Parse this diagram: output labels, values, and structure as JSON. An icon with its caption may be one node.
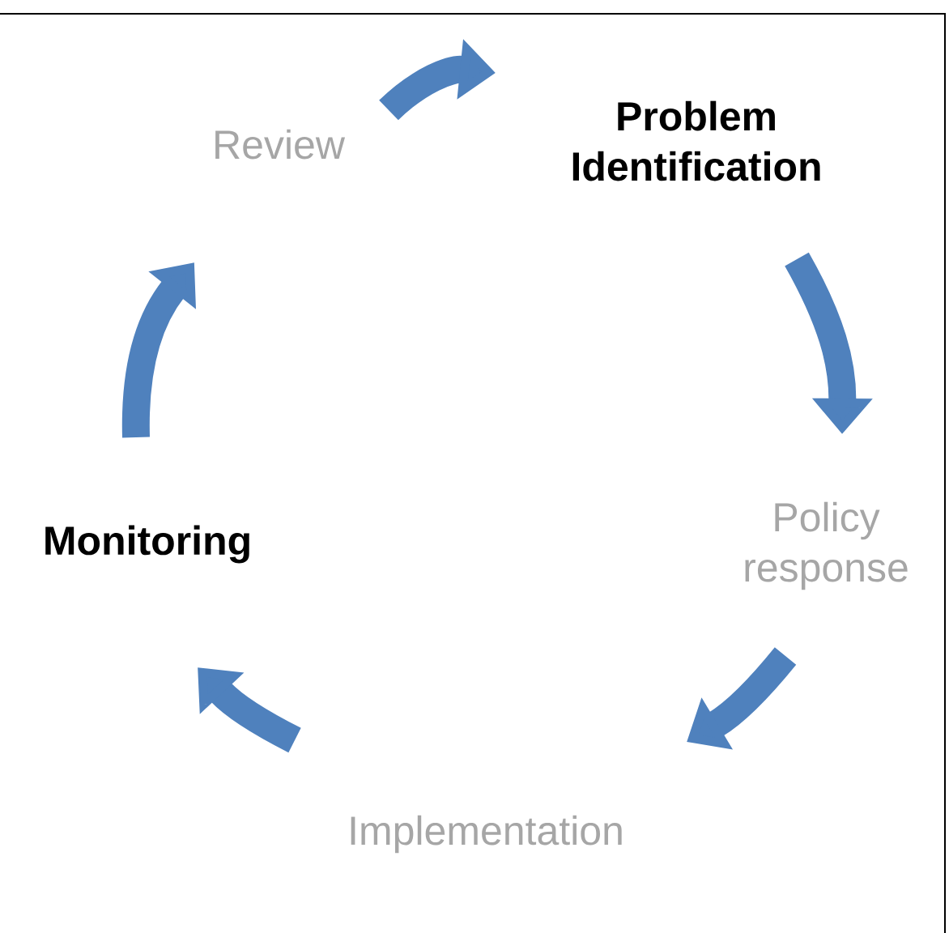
{
  "diagram": {
    "nodes": [
      {
        "text": [
          "Review"
        ]
      },
      {
        "text": [
          "Problem Identification"
        ]
      },
      {
        "text": [
          "Policy response"
        ]
      },
      {
        "text": [
          "Implementation"
        ]
      },
      {
        "text": [
          "Monitoring"
        ]
      }
    ],
    "edges": [
      {
        "from": 0,
        "to": 1,
        "arrow": "to"
      },
      {
        "from": 1,
        "to": 2,
        "arrow": "to"
      },
      {
        "from": 2,
        "to": 3,
        "arrow": "to"
      },
      {
        "from": 3,
        "to": 4,
        "arrow": "to"
      },
      {
        "from": 4,
        "to": 0,
        "arrow": "to"
      }
    ]
  }
}
